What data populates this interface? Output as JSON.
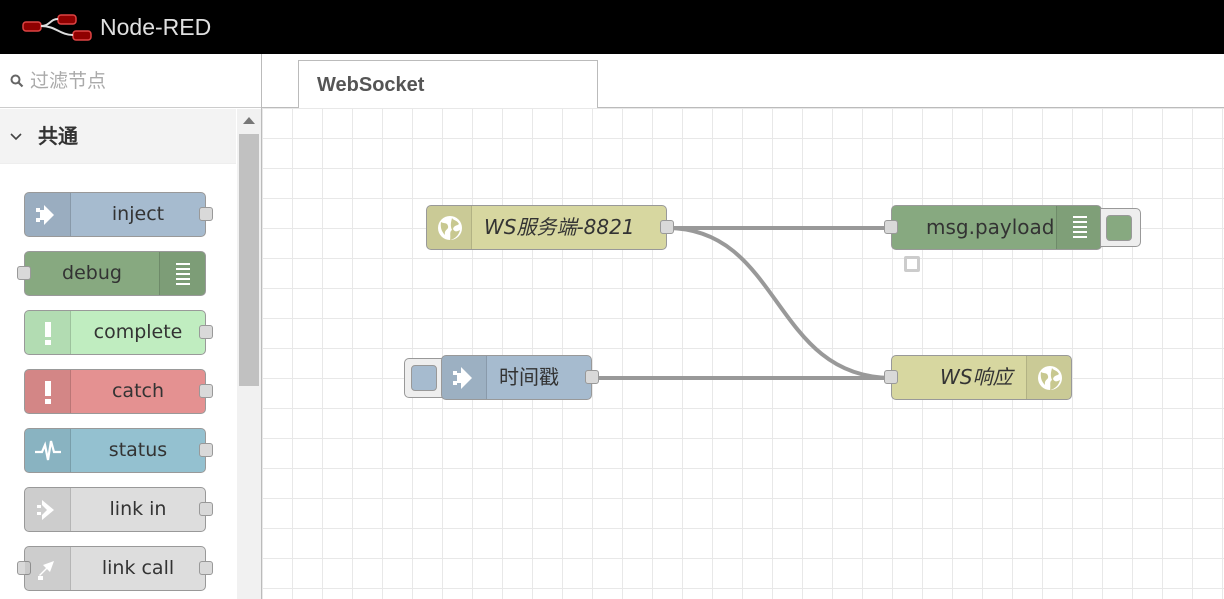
{
  "app": {
    "title": "Node-RED"
  },
  "palette": {
    "search_placeholder": "过滤节点",
    "category": "共通",
    "nodes": [
      {
        "label": "inject",
        "color": "#a6bbcf",
        "icon": "arrow-in-icon"
      },
      {
        "label": "debug",
        "color": "#87a980",
        "icon": "debug-list-icon"
      },
      {
        "label": "complete",
        "color": "#c0edc0",
        "icon": "exclamation-icon"
      },
      {
        "label": "catch",
        "color": "#e49191",
        "icon": "exclamation-icon"
      },
      {
        "label": "status",
        "color": "#94c1d0",
        "icon": "pulse-icon"
      },
      {
        "label": "link in",
        "color": "#dddddd",
        "icon": "link-in-icon"
      },
      {
        "label": "link call",
        "color": "#dddddd",
        "icon": "link-call-icon"
      }
    ]
  },
  "workspace": {
    "tabs": [
      {
        "label": "WebSocket"
      }
    ],
    "nodes": {
      "ws_in": {
        "label": "WS服务端-8821",
        "color": "#d7d7a0",
        "icon": "globe-icon"
      },
      "debug": {
        "label": "msg.payload",
        "color": "#87a980",
        "icon": "debug-list-icon"
      },
      "inject": {
        "label": "时间戳",
        "color": "#a6bbcf",
        "icon": "arrow-in-icon"
      },
      "ws_out": {
        "label": "WS响应",
        "color": "#d7d7a0",
        "icon": "globe-icon"
      }
    }
  }
}
